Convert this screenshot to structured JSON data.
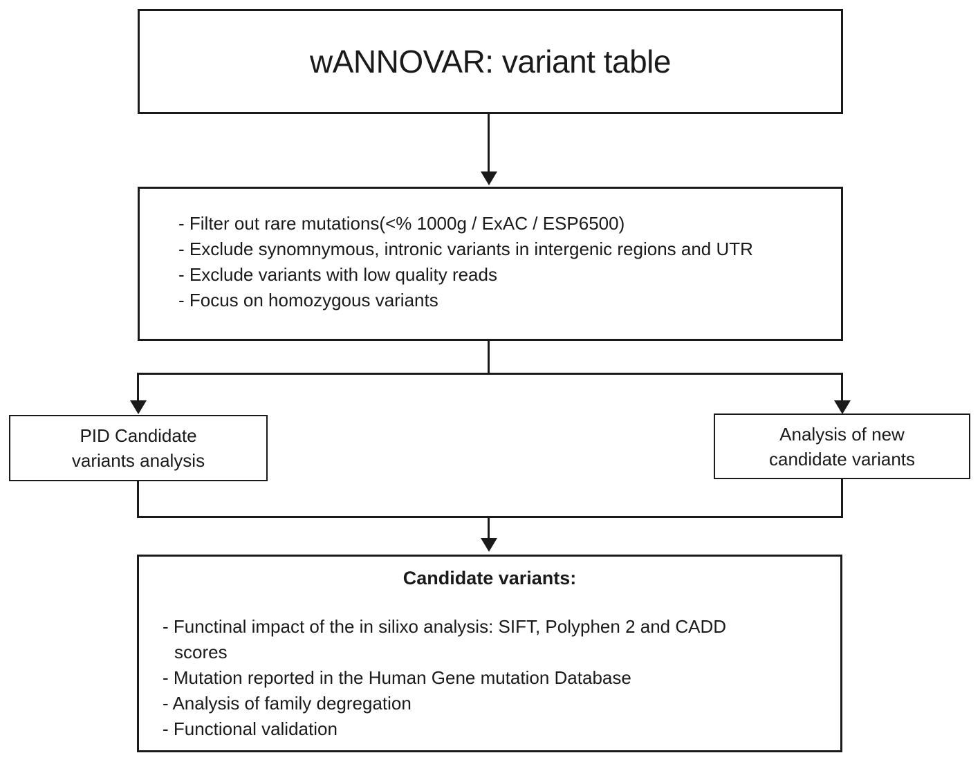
{
  "diagram": {
    "colors": {
      "ink": "#1a1a1a",
      "background": "#ffffff"
    },
    "title_box": {
      "label": "wANNOVAR: variant table"
    },
    "filter_box": {
      "items": [
        "- Filter out rare mutations(<% 1000g / ExAC / ESP6500)",
        "- Exclude synomnymous, intronic variants in intergenic regions and UTR",
        "- Exclude variants with low quality reads",
        "- Focus on homozygous variants"
      ]
    },
    "pid_box": {
      "line1": "PID Candidate",
      "line2": "variants analysis"
    },
    "new_candidates_box": {
      "line1": "Analysis of new",
      "line2": "candidate variants"
    },
    "candidate_box": {
      "heading": "Candidate variants:",
      "items": [
        "- Functinal impact of the in silixo analysis: SIFT, Polyphen 2 and CADD",
        "scores",
        "- Mutation reported in the Human Gene mutation Database",
        "- Analysis of family degregation",
        "- Functional validation"
      ]
    }
  }
}
